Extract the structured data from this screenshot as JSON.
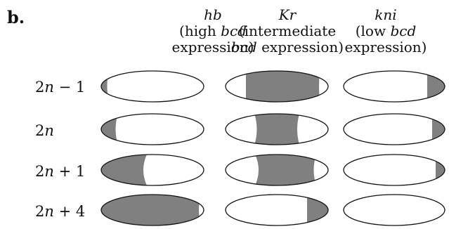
{
  "panel_label": "b.",
  "columns": [
    {
      "gene": "hb",
      "line2_pre": "(high ",
      "line2_em": "bcd",
      "line2_post": "",
      "line3_pre": "expression)",
      "line3_em": "",
      "line3_post": ""
    },
    {
      "gene": "Kr",
      "line2_pre": "(intermediate",
      "line2_em": "",
      "line2_post": "",
      "line3_pre": "",
      "line3_em": "bcd",
      "line3_post": " expression)"
    },
    {
      "gene": "kni",
      "line2_pre": "(low ",
      "line2_em": "bcd",
      "line2_post": "",
      "line3_pre": "expression)",
      "line3_em": "",
      "line3_post": ""
    }
  ],
  "rows": [
    {
      "pre": "2",
      "var": "n",
      "post": " − 1"
    },
    {
      "pre": "2",
      "var": "n",
      "post": ""
    },
    {
      "pre": "2",
      "var": "n",
      "post": " + 1"
    },
    {
      "pre": "2",
      "var": "n",
      "post": " + 4"
    }
  ],
  "colors": {
    "stripe": "#808080",
    "outline": "#111111",
    "background": "#ffffff"
  }
}
